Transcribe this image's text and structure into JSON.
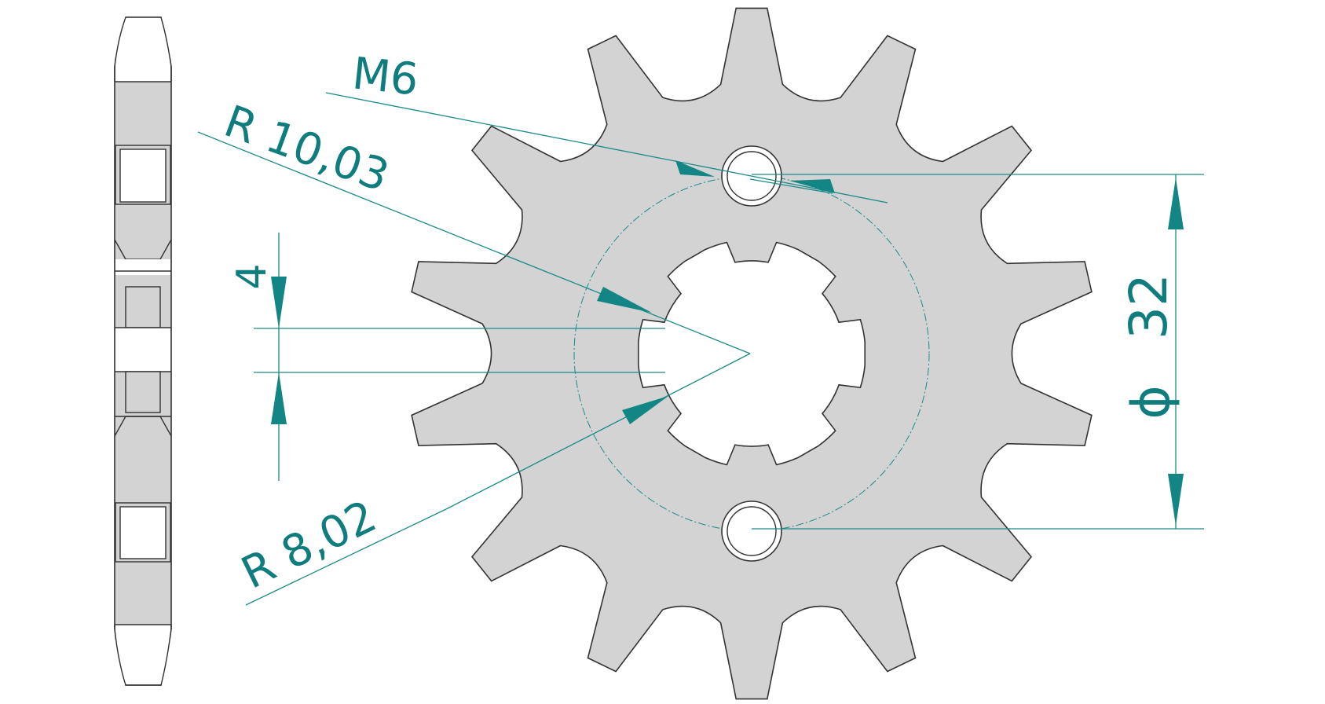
{
  "annotations": {
    "thread": "M6",
    "radius_outer": "R  10,03",
    "radius_inner": "R  8,02",
    "offset": "4",
    "pitch_diameter_symbol": "ϕ",
    "pitch_diameter_value": "32"
  },
  "sprocket": {
    "teeth": 14,
    "bolt_holes": 2,
    "spline_tabs": 6
  },
  "colors": {
    "part_fill": "#d3d3d3",
    "outline": "#333333",
    "dimension": "#138585"
  }
}
